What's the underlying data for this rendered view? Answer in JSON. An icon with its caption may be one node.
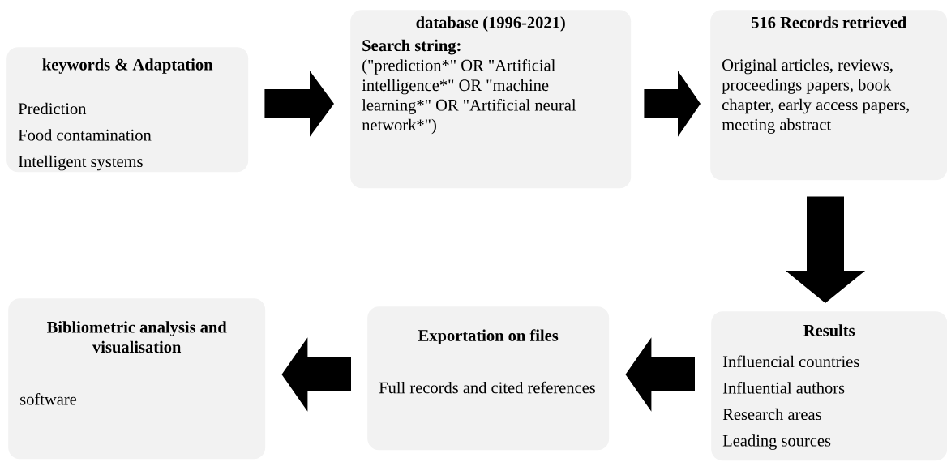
{
  "diagram": {
    "nodes": [
      {
        "text": [
          "keywords & Adaptation",
          "Prediction",
          "Food contamination",
          "Intelligent systems"
        ]
      },
      {
        "text": [
          "database (1996-2021)",
          "Search string:",
          "(\"prediction*\"  OR \"Artificial intelligence*\"  OR \"machine learning*\"  OR \"Artificial neural network*\")"
        ]
      },
      {
        "text": [
          "516 Records retrieved",
          "Original articles, reviews, proceedings papers, book chapter, early access papers, meeting abstract"
        ]
      },
      {
        "text": [
          "Results",
          "Influencial countries",
          "Influential authors",
          "Research areas",
          "Leading sources"
        ]
      },
      {
        "text": [
          "Exportation on files",
          "Full records and cited references"
        ]
      },
      {
        "text": [
          "Bibliometric analysis and visualisation",
          "software"
        ]
      }
    ],
    "edges": [
      {
        "from": 0,
        "to": 1,
        "arrow": "to"
      },
      {
        "from": 1,
        "to": 2,
        "arrow": "to"
      },
      {
        "from": 2,
        "to": 3,
        "arrow": "to"
      },
      {
        "from": 3,
        "to": 4,
        "arrow": "to"
      },
      {
        "from": 4,
        "to": 5,
        "arrow": "to"
      }
    ]
  }
}
